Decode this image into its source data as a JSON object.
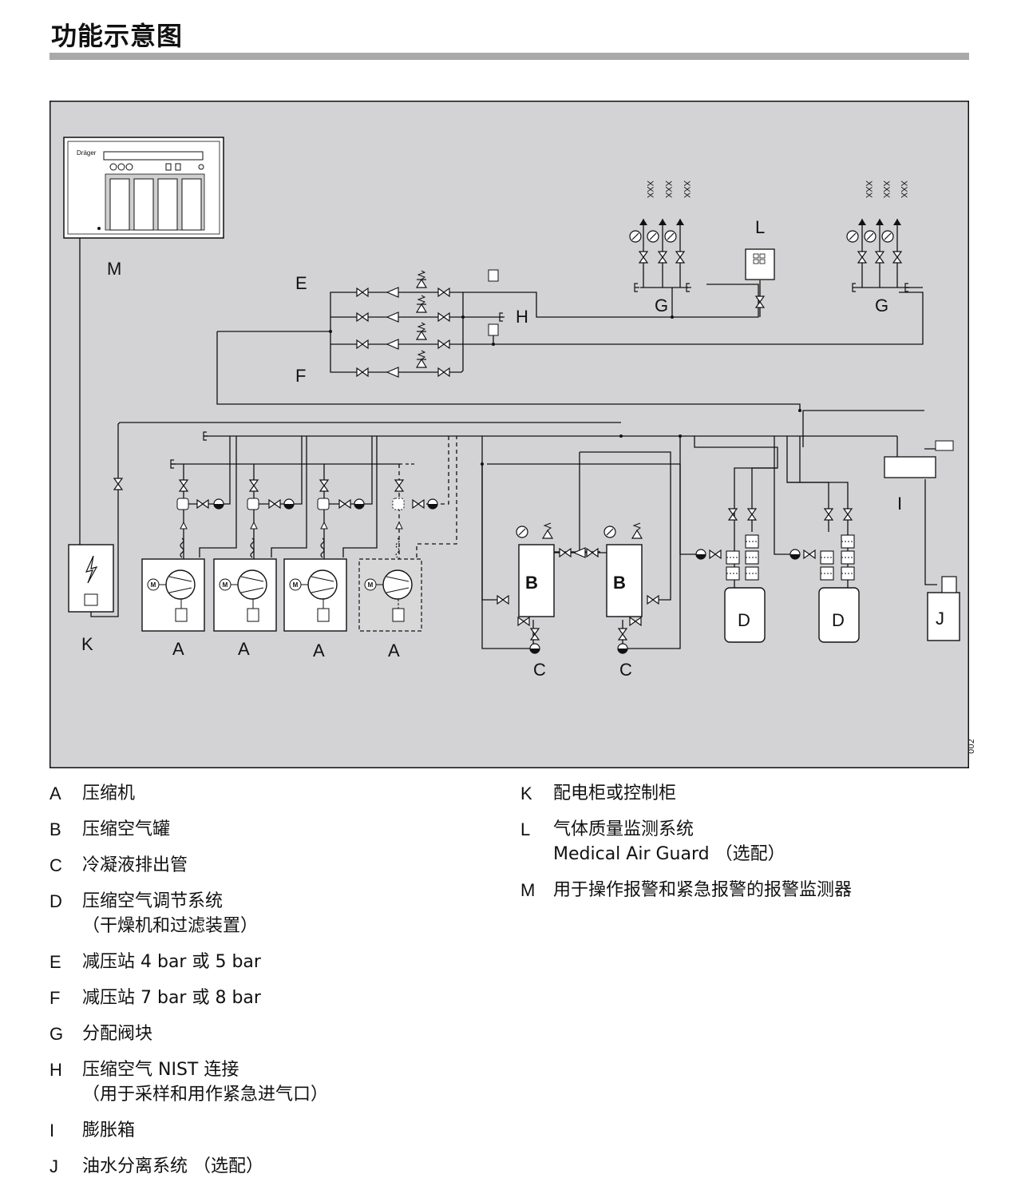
{
  "page": {
    "title": "功能示意图",
    "figure_code": "002"
  },
  "diagram": {
    "labels": {
      "A": "A",
      "B": "B",
      "C": "C",
      "D": "D",
      "E": "E",
      "F": "F",
      "G": "G",
      "H": "H",
      "I": "I",
      "J": "J",
      "K": "K",
      "L": "L",
      "M": "M"
    },
    "outlet_marker": "XXX",
    "colors": {
      "panel_bg": "#d3d3d6",
      "line": "#111111",
      "component_fill": "#ffffff",
      "title_rule": "#a9a9a9"
    },
    "icons": [
      "compressor-icon",
      "motor-icon",
      "valve-icon",
      "check-valve-icon",
      "pressure-gauge-icon",
      "safety-valve-icon",
      "lightning-icon",
      "filter-icon",
      "arrow-up-icon"
    ]
  },
  "legend": {
    "left": [
      {
        "key": "A",
        "text": "压缩机",
        "note": ""
      },
      {
        "key": "B",
        "text": "压缩空气罐",
        "note": ""
      },
      {
        "key": "C",
        "text": "冷凝液排出管",
        "note": ""
      },
      {
        "key": "D",
        "text": "压缩空气调节系统",
        "note": "（干燥机和过滤装置）"
      },
      {
        "key": "E",
        "text": "减压站 4 bar 或 5 bar",
        "note": ""
      },
      {
        "key": "F",
        "text": "减压站 7 bar 或 8 bar",
        "note": ""
      },
      {
        "key": "G",
        "text": "分配阀块",
        "note": ""
      },
      {
        "key": "H",
        "text": "压缩空气 NIST 连接",
        "note": "（用于采样和用作紧急进气口）"
      },
      {
        "key": "I",
        "text": "膨胀箱",
        "note": ""
      },
      {
        "key": "J",
        "text": "油水分离系统 （选配）",
        "note": ""
      }
    ],
    "right": [
      {
        "key": "K",
        "text": "配电柜或控制柜",
        "note": ""
      },
      {
        "key": "L",
        "text": "气体质量监测系统",
        "note": "Medical Air Guard （选配）"
      },
      {
        "key": "M",
        "text": "用于操作报警和紧急报警的报警监测器",
        "note": ""
      }
    ]
  }
}
